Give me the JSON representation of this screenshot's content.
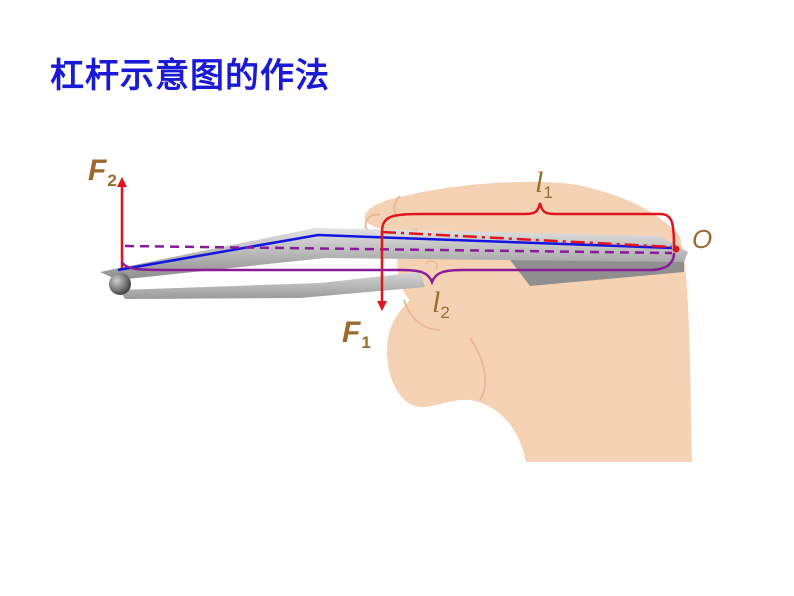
{
  "title": "杠杆示意图的作法",
  "labels": {
    "f2": {
      "letter": "F",
      "sub": "2"
    },
    "f1": {
      "letter": "F",
      "sub": "1"
    },
    "l1": {
      "letter": "l",
      "sub": "1"
    },
    "l2": {
      "letter": "l",
      "sub": "2"
    },
    "o": "O"
  },
  "colors": {
    "title": "#1a1ad6",
    "label": "#9b6a2e",
    "force": "#e0141e",
    "lever_line": "#1414e0",
    "l2_arm": "#8b1a9b",
    "l1_arm": "#e0141e",
    "hand": "#f6d2b4",
    "tweezer": "#a8a8a8"
  }
}
